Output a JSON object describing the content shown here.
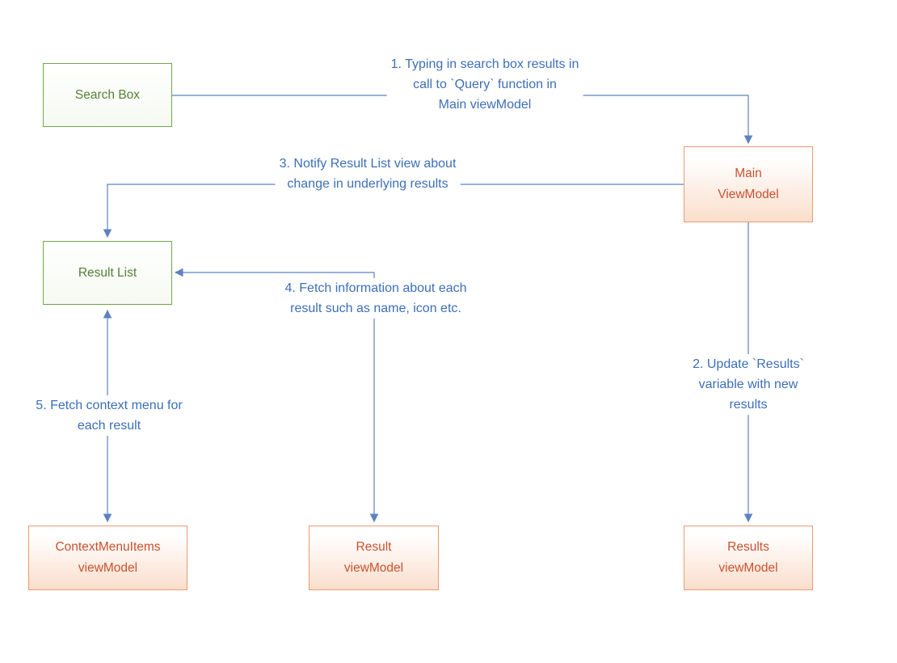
{
  "diagram": {
    "nodes": {
      "search_box": {
        "label": "Search Box"
      },
      "main_viewmodel": {
        "label": "Main\nViewModel"
      },
      "result_list": {
        "label": "Result List"
      },
      "contextmenuitems_viewmodel": {
        "label": "ContextMenuItems\nviewModel"
      },
      "result_viewmodel": {
        "label": "Result\nviewModel"
      },
      "results_viewmodel": {
        "label": "Results\nviewModel"
      }
    },
    "edges": {
      "e1": {
        "label": "1. Typing in search box results in\ncall to `Query` function in\nMain viewModel"
      },
      "e2": {
        "label": "2. Update `Results` variable with new\nresults"
      },
      "e3": {
        "label": "3. Notify Result List view about\nchange in underlying results"
      },
      "e4": {
        "label": "4. Fetch information about each\nresult such as name, icon etc."
      },
      "e5": {
        "label": "5. Fetch context menu for\neach result"
      }
    },
    "colors": {
      "green_border": "#71A84C",
      "green_text": "#538135",
      "orange_border": "#EC9A70",
      "orange_text": "#C9512F",
      "orange_fill": "#FADECC",
      "blue_line": "#5E81C1",
      "blue_text": "#3C6FB7"
    }
  }
}
